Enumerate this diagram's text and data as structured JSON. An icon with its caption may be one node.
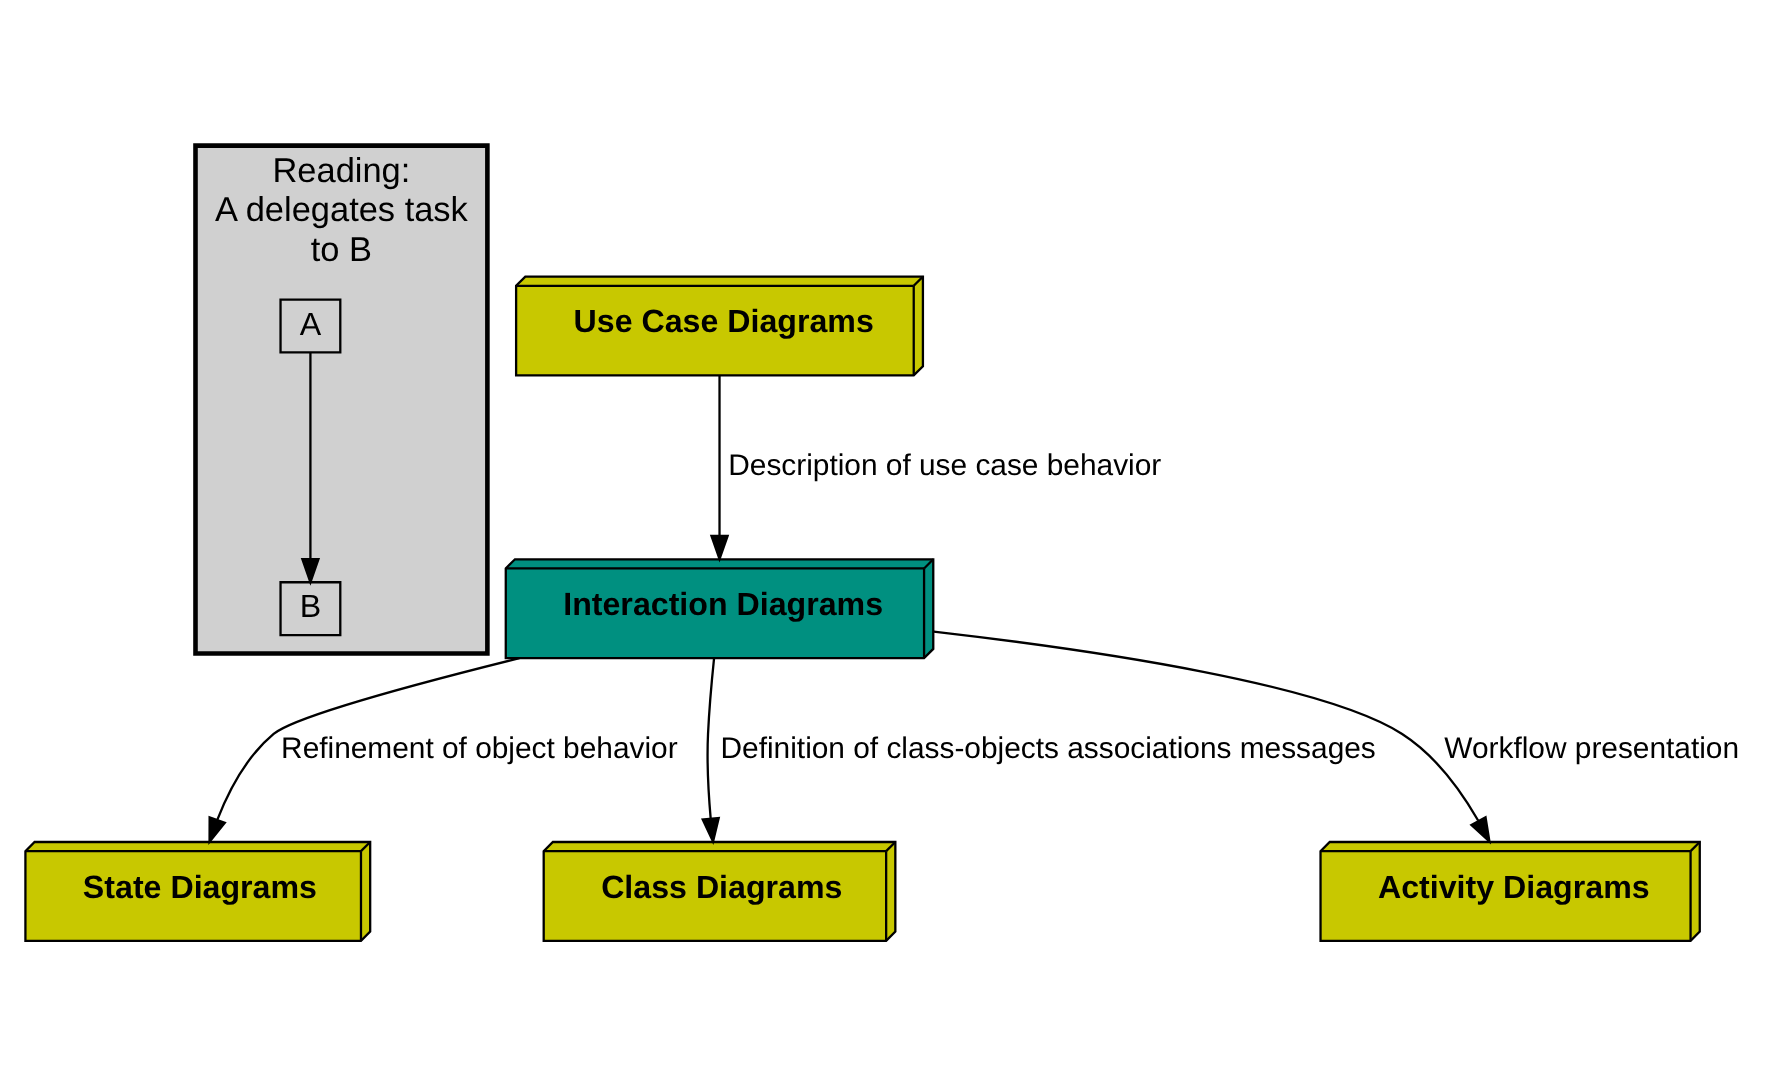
{
  "diagram": {
    "nodes": [
      {
        "text": [
          "Reading:",
          "A delegates task",
          "to B"
        ]
      },
      {
        "text": [
          "A"
        ],
        "in": 0
      },
      {
        "text": [
          "B"
        ],
        "in": 0
      },
      {
        "text": [
          "Use Case Diagrams"
        ]
      },
      {
        "text": [
          "Interaction Diagrams"
        ]
      },
      {
        "text": [
          "State Diagrams"
        ]
      },
      {
        "text": [
          "Class Diagrams"
        ]
      },
      {
        "text": [
          "Activity Diagrams"
        ]
      }
    ],
    "edges": [
      {
        "from": 1,
        "to": 2,
        "arrow": "to"
      },
      {
        "from": 3,
        "to": 4,
        "arrow": "to",
        "label": "Description of use case behavior"
      },
      {
        "from": 4,
        "to": 6,
        "arrow": "to",
        "label": "Definition of class-objects associations messages"
      },
      {
        "from": 4,
        "to": 7,
        "arrow": "to",
        "label": "Workflow presentation"
      },
      {
        "from": 4,
        "to": 5,
        "arrow": "to",
        "label": "Refinement of object behavior"
      }
    ]
  }
}
